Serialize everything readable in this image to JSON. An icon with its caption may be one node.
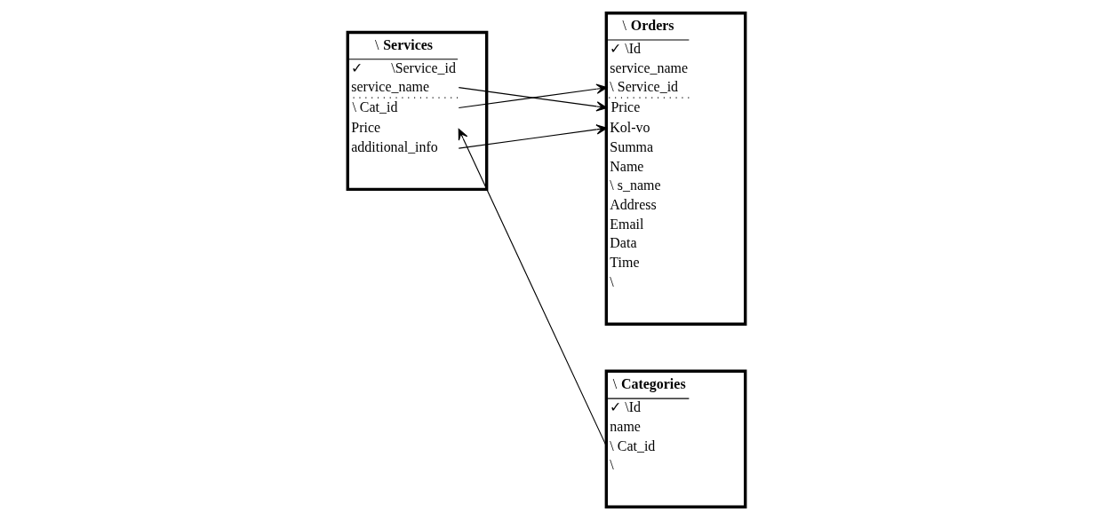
{
  "diagram": {
    "nodes": [
      {
        "text": [
          "\\ **Services**",
          "✓        \\Service_id",
          "service_name",
          "\\ Cat_id",
          "Price",
          "additional_info"
        ]
      },
      {
        "text": [
          "\\ **Categories**",
          "✓ \\Id",
          "name",
          "\\ Cat_id",
          "\\"
        ]
      },
      {
        "text": [
          "\\ **Orders**",
          "✓ \\Id",
          "service_name",
          "\\ Service_id",
          "Price",
          "Kol-vo",
          "Summa",
          "Name",
          "\\ s_name",
          "Address",
          "Email",
          "Data",
          "Time",
          "\\"
        ]
      }
    ],
    "edges": [
      {
        "from": 1,
        "to": 0,
        "arrow": "to"
      },
      {
        "from": 0,
        "to": 2,
        "arrow": "to"
      },
      {
        "from": 0,
        "to": 2,
        "arrow": "to"
      },
      {
        "from": 0,
        "to": 2,
        "arrow": "to"
      }
    ]
  }
}
